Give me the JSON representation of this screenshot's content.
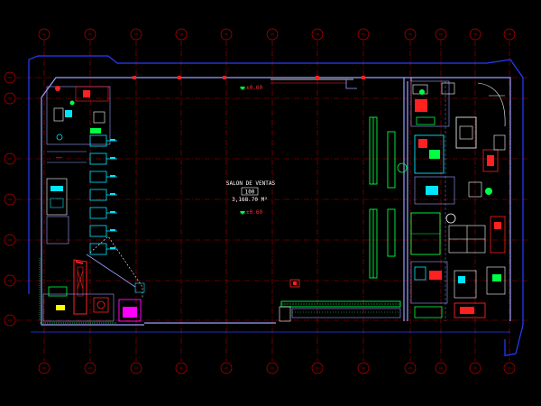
{
  "drawing": {
    "background": "#000000",
    "colors": {
      "grid": "#b00000",
      "wall": "#9aa0ff",
      "outline": "#2a3cff",
      "green": "#00ff44",
      "red": "#ff2020",
      "magenta": "#ff00ff",
      "cyan": "#00e5ff",
      "white": "#ffffff",
      "yellow": "#ffff00"
    },
    "room": {
      "name": "SALON DE VENTAS",
      "number": "100",
      "area": "3,168.70 M²"
    },
    "levels": [
      "±0.60",
      "±0.60"
    ]
  }
}
